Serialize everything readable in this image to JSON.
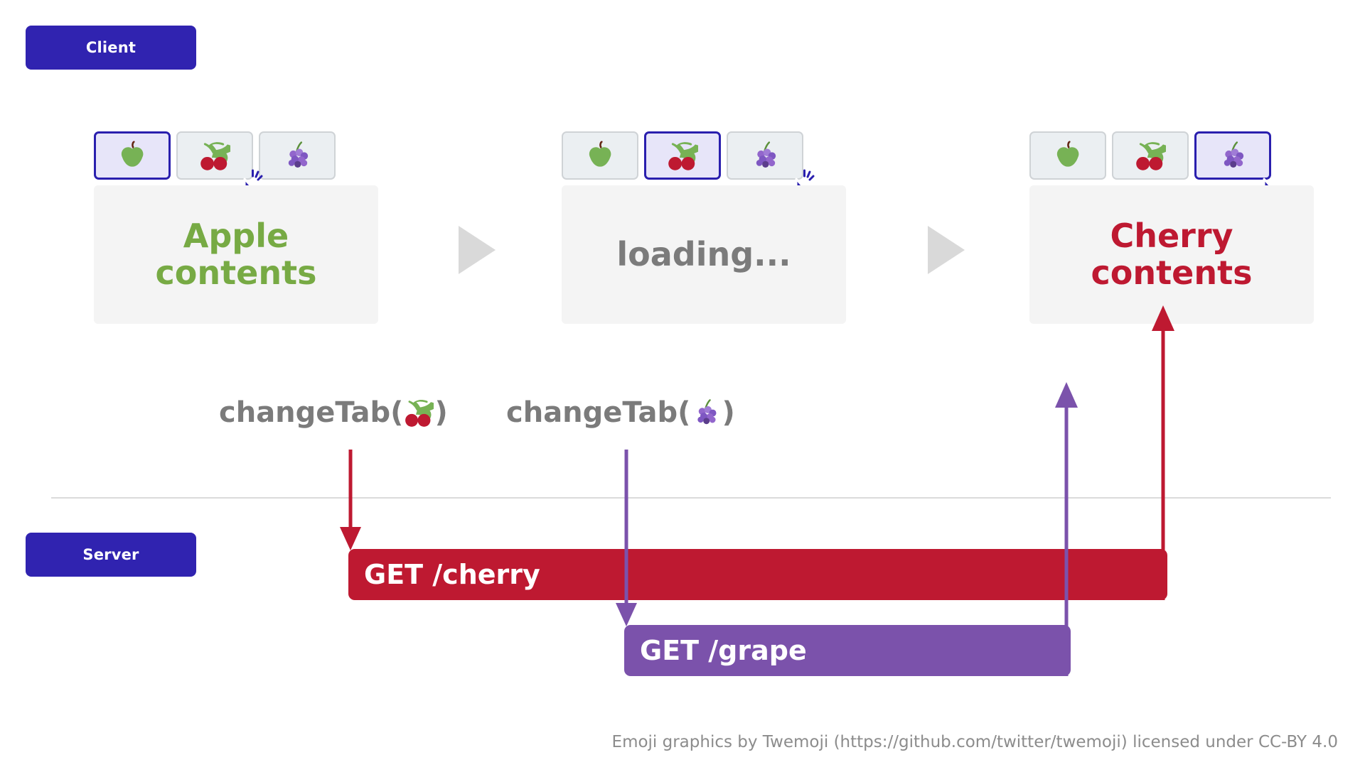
{
  "roles": {
    "client_label": "Client",
    "server_label": "Server"
  },
  "colors": {
    "brand_indigo": "#3023B0",
    "tab_active_border": "#2A1FAE",
    "tab_active_fill": "#E7E5F9",
    "tab_idle_fill": "#EBEFF2",
    "panel_fill": "#F4F4F4",
    "apple_green": "#77AA44",
    "loading_gray": "#7B7B7B",
    "cherry_red": "#BE1931",
    "grape_purple": "#7B52AB",
    "step_triangle": "#D9D9D9",
    "divider": "#DBDBDB",
    "footer_text": "#8C8C8C"
  },
  "panels": [
    {
      "id": "panel-1",
      "tabs": [
        {
          "icon": "apple-icon",
          "label": "Apple tab",
          "active": true
        },
        {
          "icon": "cherry-icon",
          "label": "Cherry tab",
          "active": false
        },
        {
          "icon": "grape-icon",
          "label": "Grape tab",
          "active": false
        }
      ],
      "cursor_on_tab_index": 1,
      "cursor_clicking": true,
      "content_text": "Apple\ncontents",
      "content_state": "apple"
    },
    {
      "id": "panel-2",
      "tabs": [
        {
          "icon": "apple-icon",
          "label": "Apple tab",
          "active": false
        },
        {
          "icon": "cherry-icon",
          "label": "Cherry tab",
          "active": true
        },
        {
          "icon": "grape-icon",
          "label": "Grape tab",
          "active": false
        }
      ],
      "cursor_on_tab_index": 2,
      "cursor_clicking": true,
      "content_text": "loading...",
      "content_state": "loading"
    },
    {
      "id": "panel-3",
      "tabs": [
        {
          "icon": "apple-icon",
          "label": "Apple tab",
          "active": false
        },
        {
          "icon": "cherry-icon",
          "label": "Cherry tab",
          "active": false
        },
        {
          "icon": "grape-icon",
          "label": "Grape tab",
          "active": true
        }
      ],
      "cursor_on_tab_index": 2,
      "cursor_clicking": false,
      "content_text": "Cherry\ncontents",
      "content_state": "cherry"
    }
  ],
  "calls": [
    {
      "id": "call-cherry",
      "prefix": "changeTab(",
      "arg_icon": "cherry-icon",
      "suffix": ")"
    },
    {
      "id": "call-grape",
      "prefix": "changeTab(",
      "arg_icon": "grape-icon",
      "suffix": ")"
    }
  ],
  "requests": [
    {
      "id": "bar-cherry",
      "label": "GET /cherry",
      "color": "#BE1931"
    },
    {
      "id": "bar-grape",
      "label": "GET /grape",
      "color": "#7B52AB"
    }
  ],
  "footer": {
    "credit": "Emoji graphics by Twemoji (https://github.com/twitter/twemoji)  licensed under CC-BY 4.0"
  }
}
